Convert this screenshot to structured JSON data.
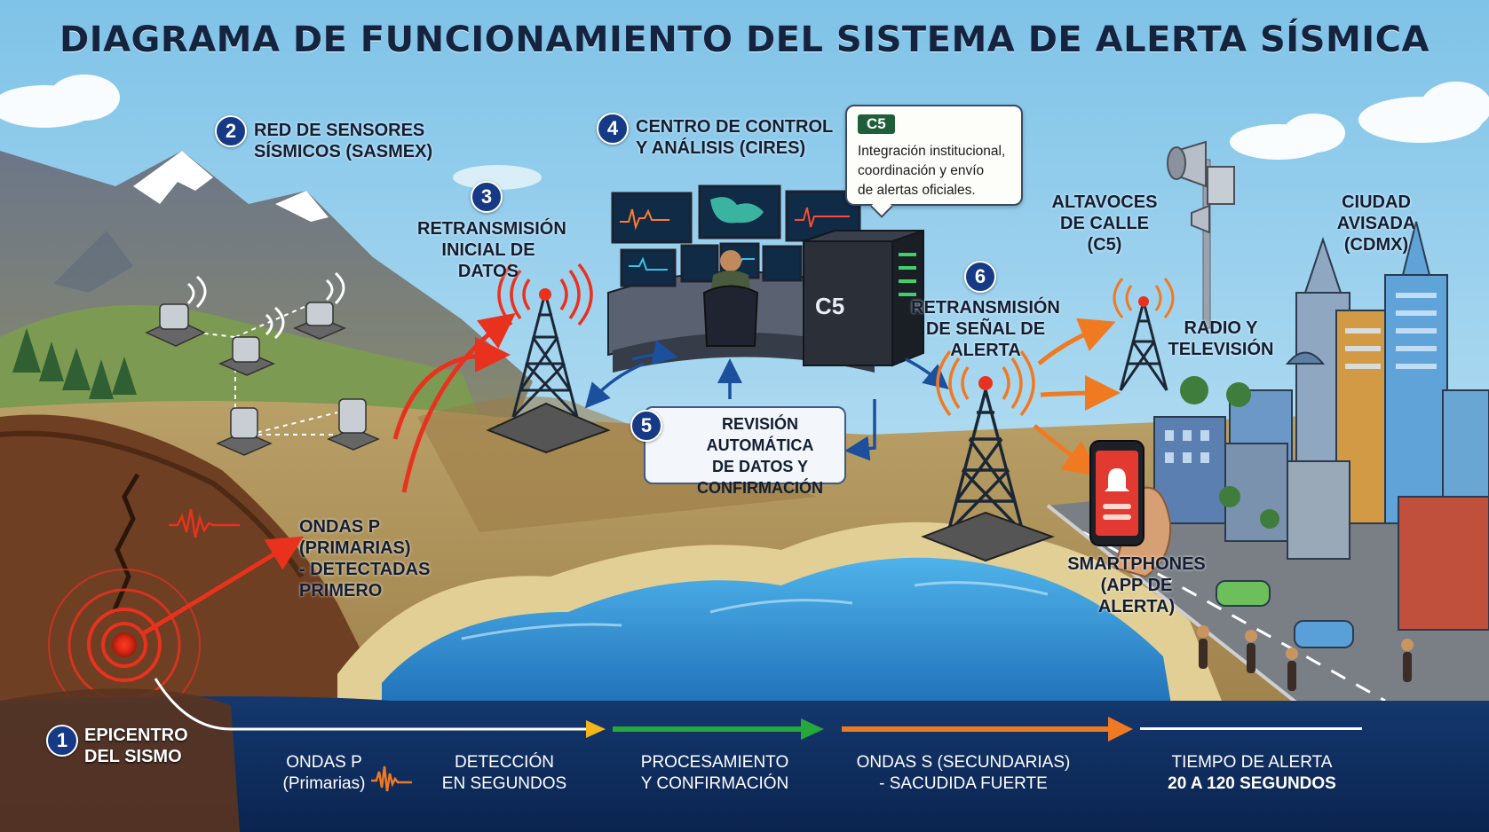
{
  "title": "DIAGRAMA DE FUNCIONAMIENTO DEL SISTEMA DE ALERTA SÍSMICA",
  "steps": [
    {
      "num": "1",
      "lines": [
        "EPICENTRO",
        "DEL SISMO"
      ]
    },
    {
      "num": "2",
      "lines": [
        "RED DE SENSORES",
        "SÍSMICOS (SASMEX)"
      ]
    },
    {
      "num": "3",
      "lines": [
        "RETRANSMISIÓN",
        "INICIAL DE DATOS"
      ]
    },
    {
      "num": "4",
      "lines": [
        "CENTRO DE CONTROL",
        "Y ANÁLISIS (CIRES)"
      ]
    },
    {
      "num": "5",
      "lines": [
        "REVISIÓN AUTOMÁTICA",
        "DE DATOS Y",
        "CONFIRMACIÓN"
      ]
    },
    {
      "num": "6",
      "lines": [
        "RETRANSMISIÓN",
        "DE SEÑAL DE ALERTA"
      ]
    }
  ],
  "callout": {
    "badge": "C5",
    "lines": [
      "Integración institucional,",
      "coordinación y envío",
      "de alertas oficiales."
    ]
  },
  "server_label": "C5",
  "ondas_p": [
    "ONDAS P",
    "(PRIMARIAS)",
    "- DETECTADAS",
    "PRIMERO"
  ],
  "outputs": {
    "altavoces": [
      "ALTAVOCES",
      "DE CALLE",
      "(C5)"
    ],
    "radio": [
      "RADIO Y",
      "TELEVISIÓN"
    ],
    "smartphones": [
      "SMARTPHONES",
      "(APP DE ALERTA)"
    ],
    "ciudad": [
      "CIUDAD AVISADA",
      "(CDMX)"
    ]
  },
  "timeline": {
    "ondas_p": [
      "ONDAS P",
      "(Primarias)"
    ],
    "deteccion": [
      "DETECCIÓN",
      "EN SEGUNDOS"
    ],
    "procesamiento": [
      "PROCESAMIENTO",
      "Y CONFIRMACIÓN"
    ],
    "ondas_s": [
      "ONDAS S (SECUNDARIAS)",
      "- SACUDIDA FUERTE"
    ],
    "tiempo": [
      "TIEMPO DE ALERTA",
      "20 A 120 SEGUNDOS"
    ]
  },
  "colors": {
    "title": "#14243f",
    "badge_blue": "#163a86",
    "arrow_red": "#e8321e",
    "arrow_orange": "#f07a22",
    "arrow_green": "#25a83c",
    "arrow_yellow": "#f2b51a",
    "water": "#2e92d4",
    "timeline_bg": "#0f2d5c"
  }
}
